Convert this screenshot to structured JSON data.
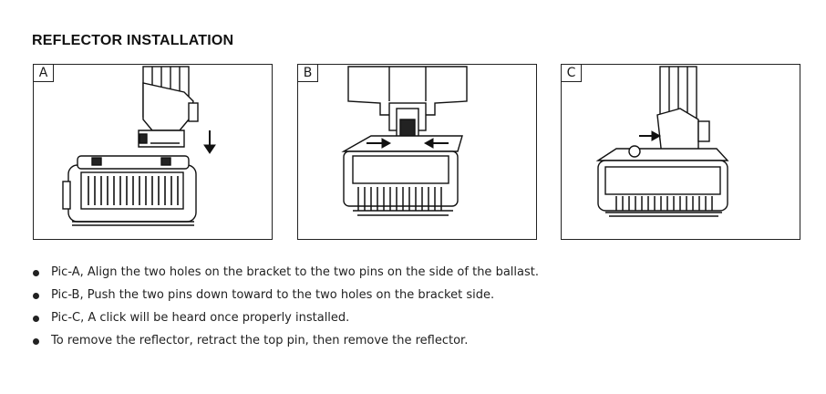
{
  "title": "REFLECTOR INSTALLATION",
  "panels": [
    {
      "label": "A"
    },
    {
      "label": "B"
    },
    {
      "label": "C"
    }
  ],
  "steps": [
    "Pic-A, Align the two holes on the bracket to the two pins on the side of the ballast.",
    "Pic-B, Push the two pins down toward to the two holes on the bracket side.",
    "Pic-C, A click will be heard once properly installed.",
    "To remove the reflector, retract the top pin, then remove the reflector."
  ]
}
